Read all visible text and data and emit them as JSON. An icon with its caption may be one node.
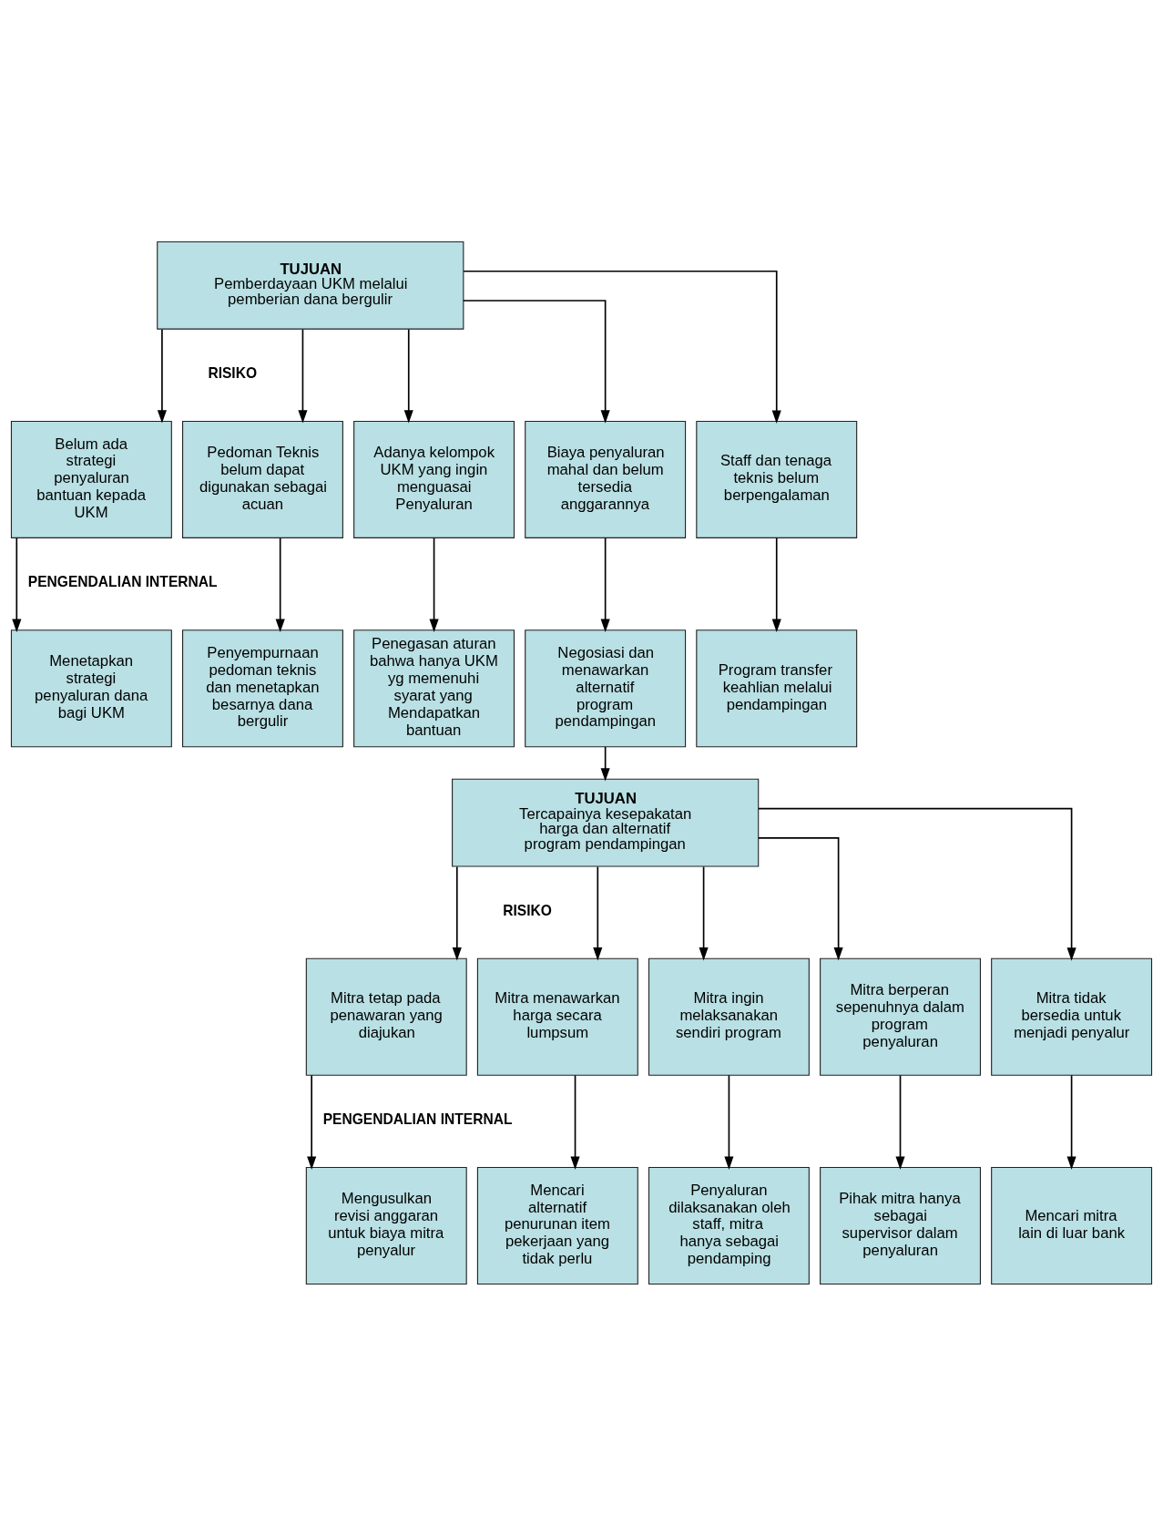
{
  "diagram": {
    "nodes": [
      {
        "text": [
          "TUJUAN",
          "Pemberdayaan UKM melalui pemberian dana bergulir"
        ]
      },
      {
        "text": [
          "Belum ada strategi penyaluran bantuan kepada UKM"
        ]
      },
      {
        "text": [
          "Pedoman Teknis belum dapat digunakan sebagai acuan"
        ]
      },
      {
        "text": [
          "Adanya kelompok UKM yang ingin menguasai Penyaluran"
        ]
      },
      {
        "text": [
          "Biaya penyaluran mahal dan belum tersedia anggarannya"
        ]
      },
      {
        "text": [
          "Staff dan tenaga teknis belum berpengalaman"
        ]
      },
      {
        "text": [
          "Menetapkan strategi penyaluran dana bagi UKM"
        ]
      },
      {
        "text": [
          "Penyempurnaan pedoman teknis dan menetapkan besarnya dana bergulir"
        ]
      },
      {
        "text": [
          "Penegasan aturan bahwa hanya UKM yg memenuhi syarat yang Mendapatkan bantuan"
        ]
      },
      {
        "text": [
          "Negosiasi dan menawarkan alternatif program pendampingan"
        ]
      },
      {
        "text": [
          "Program transfer keahlian melalui pendampingan"
        ]
      },
      {
        "text": [
          "TUJUAN",
          "Tercapainya kesepakatan harga dan alternatif program pendampingan"
        ]
      },
      {
        "text": [
          "Mitra tetap pada penawaran yang diajukan"
        ]
      },
      {
        "text": [
          "Mitra menawarkan harga secara lumpsum"
        ]
      },
      {
        "text": [
          "Mitra ingin melaksanakan sendiri program"
        ]
      },
      {
        "text": [
          "Mitra berperan sepenuhnya dalam program penyaluran"
        ]
      },
      {
        "text": [
          "Mitra tidak bersedia untuk menjadi penyalur"
        ]
      },
      {
        "text": [
          "Mengusulkan revisi anggaran untuk biaya mitra penyalur"
        ]
      },
      {
        "text": [
          "Mencari alternatif penurunan item pekerjaan yang tidak perlu"
        ]
      },
      {
        "text": [
          "Penyaluran dilaksanakan oleh staff, mitra hanya sebagai pendamping"
        ]
      },
      {
        "text": [
          "Pihak mitra hanya sebagai supervisor dalam penyaluran"
        ]
      },
      {
        "text": [
          "Mencari mitra lain di luar bank"
        ]
      }
    ],
    "edges": [
      {
        "from": 0,
        "to": 1,
        "arrow": "to"
      },
      {
        "from": 0,
        "to": 2,
        "arrow": "to"
      },
      {
        "from": 0,
        "to": 3,
        "arrow": "to"
      },
      {
        "from": 0,
        "to": 4,
        "arrow": "to"
      },
      {
        "from": 0,
        "to": 5,
        "arrow": "to"
      },
      {
        "from": 1,
        "to": 6,
        "arrow": "to"
      },
      {
        "from": 2,
        "to": 7,
        "arrow": "to"
      },
      {
        "from": 3,
        "to": 8,
        "arrow": "to"
      },
      {
        "from": 4,
        "to": 9,
        "arrow": "to"
      },
      {
        "from": 5,
        "to": 10,
        "arrow": "to"
      },
      {
        "from": 9,
        "to": 11,
        "arrow": "to"
      },
      {
        "from": 11,
        "to": 12,
        "arrow": "to"
      },
      {
        "from": 11,
        "to": 13,
        "arrow": "to"
      },
      {
        "from": 11,
        "to": 14,
        "arrow": "to"
      },
      {
        "from": 11,
        "to": 15,
        "arrow": "to"
      },
      {
        "from": 11,
        "to": 16,
        "arrow": "to"
      },
      {
        "from": 12,
        "to": 17,
        "arrow": "to"
      },
      {
        "from": 13,
        "to": 18,
        "arrow": "to"
      },
      {
        "from": 14,
        "to": 19,
        "arrow": "to"
      },
      {
        "from": 15,
        "to": 20,
        "arrow": "to"
      },
      {
        "from": 16,
        "to": 21,
        "arrow": "to"
      }
    ],
    "labels": [
      "RISIKO",
      "PENGENDALIAN INTERNAL",
      "RISIKO",
      "PENGENDALIAN INTERNAL"
    ]
  }
}
